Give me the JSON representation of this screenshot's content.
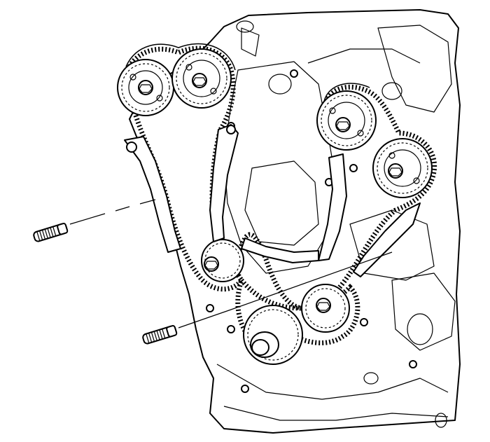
{
  "figure": {
    "subject": "engine-timing-chain-assembly",
    "style": "black-line-art",
    "colors": {
      "line": "#000000",
      "background": "#ffffff"
    },
    "callouts": [
      {
        "id": "upper-guide-bolt",
        "icon": "bolt-icon",
        "label": ""
      },
      {
        "id": "lower-guide-bolt",
        "icon": "bolt-icon",
        "label": ""
      }
    ]
  }
}
